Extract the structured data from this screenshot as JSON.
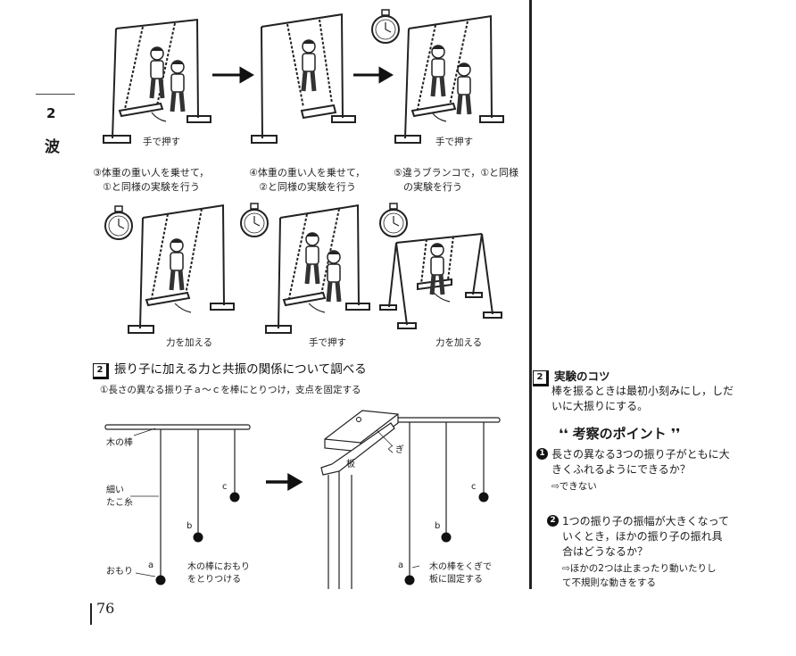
{
  "chapter": {
    "number": "2",
    "title": "波"
  },
  "swing_panel": {
    "captions": [
      "手で押す",
      "手で押す",
      "力を加える",
      "手で押す",
      "力を加える"
    ],
    "steps": [
      "③体重の重い人を乗せて，\n　①と同様の実験を行う",
      "④体重の重い人を乗せて，\n　②と同様の実験を行う",
      "⑤違うブランコで，①と同様\n　の実験を行う"
    ]
  },
  "pendulum_section": {
    "badge": "2",
    "heading": "振り子に加える力と共振の関係について調べる",
    "step1": "①長さの異なる振り子ａ～ｃを棒にとりつけ，支点を固定する",
    "left_diagram": {
      "rod_label": "木の棒",
      "string_label": "細い\nたこ糸",
      "weight_label": "おもり",
      "attach_note": "木の棒におもり\nをとりつける",
      "bob_labels": [
        "a",
        "b",
        "c"
      ]
    },
    "right_diagram": {
      "nail_label": "くぎ",
      "board_label": "板",
      "fix_note": "木の棒をくぎで\n板に固定する",
      "bob_labels": [
        "a",
        "b",
        "c"
      ]
    }
  },
  "sidebar": {
    "tips": {
      "badge": "2",
      "heading": "実験のコツ",
      "body": "棒を振るときは最初小刻みにし，しだいに大振りにする。"
    },
    "points": {
      "title": "考察のポイント",
      "questions": [
        {
          "num": "1",
          "question": "長さの異なる3つの振り子がともに大きくふれるようにできるか？",
          "answer": "⇨できない"
        },
        {
          "num": "2",
          "question": "1つの振り子の振幅が大きくなっていくとき，ほかの振り子の振れ具合はどうなるか？",
          "answer": "⇨ほかの2つは止まったり動いたりして不規則な動きをする"
        }
      ]
    }
  },
  "page": {
    "number": "76"
  }
}
